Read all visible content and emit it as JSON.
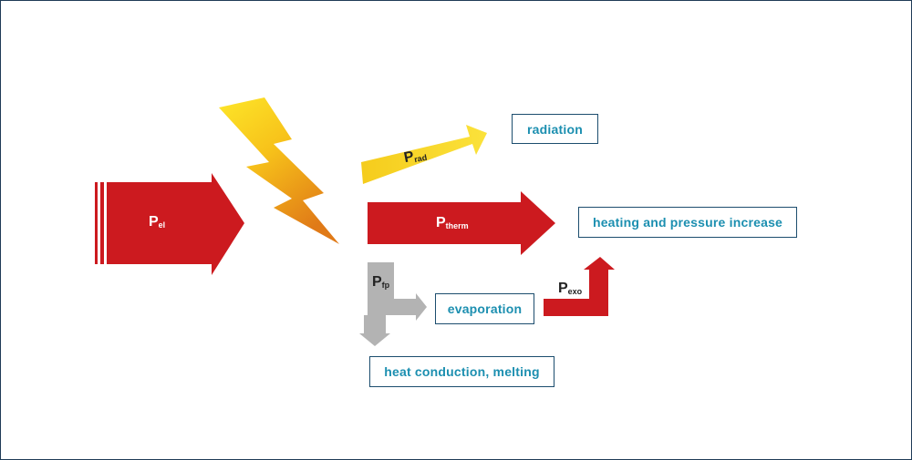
{
  "colors": {
    "red": "#cc1a1f",
    "gray": "#b3b3b3",
    "yellow": "#f7d415",
    "box_border": "#1c4d6e",
    "box_text": "#1c8fb0",
    "frame": "#1f3b57"
  },
  "labels": {
    "pel": {
      "p": "P",
      "sub": "el"
    },
    "prad": {
      "p": "P",
      "sub": "rad"
    },
    "ptherm": {
      "p": "P",
      "sub": "therm"
    },
    "pfp": {
      "p": "P",
      "sub": "fp"
    },
    "pexo": {
      "p": "P",
      "sub": "exo"
    }
  },
  "boxes": {
    "radiation": "radiation",
    "heating": "heating and pressure increase",
    "evaporation": "evaporation",
    "heat_conduction": "heat conduction, melting"
  },
  "icons": {
    "lightning": "lightning-bolt-icon"
  }
}
